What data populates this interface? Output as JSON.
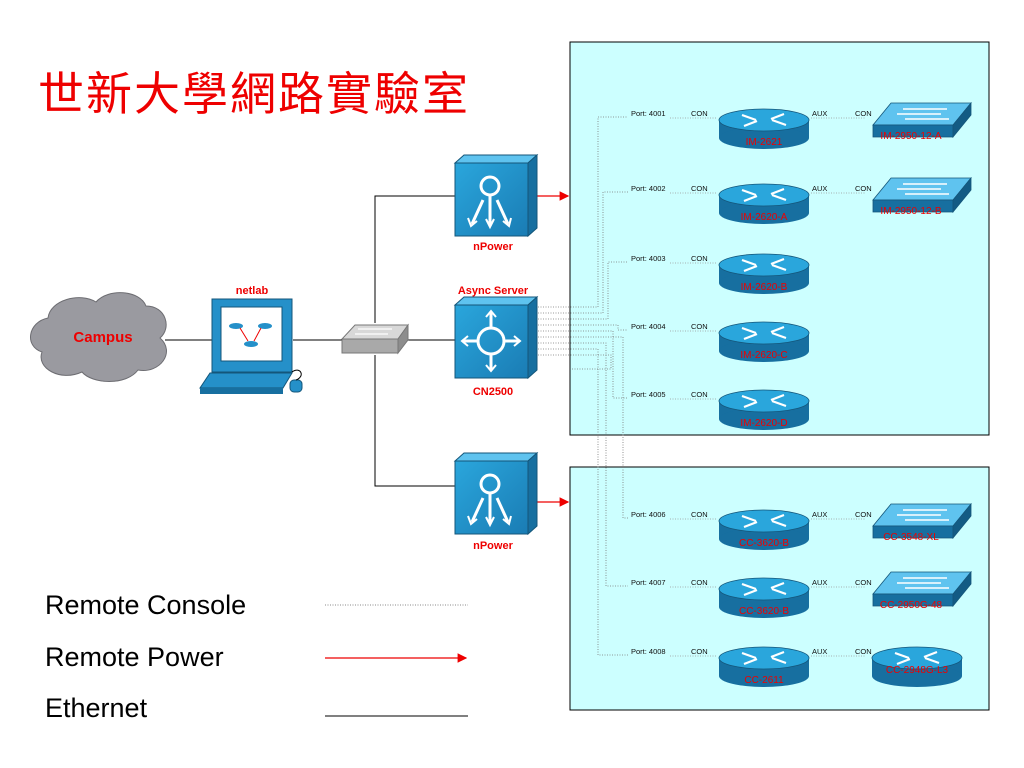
{
  "title": "世新大學網路實驗室",
  "legend": {
    "remote_console": "Remote Console",
    "remote_power": "Remote Power",
    "ethernet": "Ethernet"
  },
  "nodes": {
    "campus": "Campus",
    "netlab": "netlab",
    "async_server": "Async Server",
    "cn2500": "CN2500",
    "npower_top": "nPower",
    "npower_bottom": "nPower"
  },
  "racks": [
    {
      "rows": [
        {
          "port": "Port: 4001",
          "con": "CON",
          "router": "IM-2621",
          "aux": "AUX",
          "con2": "CON",
          "switch": "IM-2950-12-A"
        },
        {
          "port": "Port: 4002",
          "con": "CON",
          "router": "IM-2620-A",
          "aux": "AUX",
          "con2": "CON",
          "switch": "IM-2950-12-B"
        },
        {
          "port": "Port: 4003",
          "con": "CON",
          "router": "IM-2620-B"
        },
        {
          "port": "Port: 4004",
          "con": "CON",
          "router": "IM-2620-C"
        },
        {
          "port": "Port: 4005",
          "con": "CON",
          "router": "IM-2620-D"
        }
      ]
    },
    {
      "rows": [
        {
          "port": "Port: 4006",
          "con": "CON",
          "router": "CC-3620-B",
          "aux": "AUX",
          "con2": "CON",
          "switch": "CC-3548-XL"
        },
        {
          "port": "Port: 4007",
          "con": "CON",
          "router": "CC-3620-B",
          "aux": "AUX",
          "con2": "CON",
          "switch": "CC-2950G-48"
        },
        {
          "port": "Port: 4008",
          "con": "CON",
          "router": "CC-2611",
          "aux": "AUX",
          "con2": "CON",
          "l3router": "CC-2948G-L3"
        }
      ]
    }
  ],
  "colors": {
    "title": "#ee0000",
    "rack_fill": "#ccffff",
    "device_blue": "#1f8fc9",
    "device_light": "#5fc3ef",
    "power_line": "#ee0000",
    "label_red": "#ee0000",
    "cloud": "#9a9aa0"
  }
}
